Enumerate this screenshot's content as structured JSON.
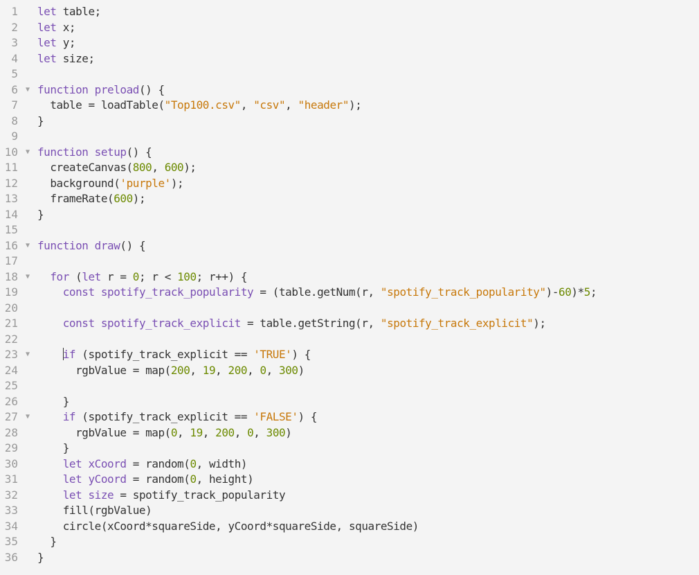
{
  "editor": {
    "colors": {
      "background": "#f4f4f4",
      "keyword": "#7a4fb3",
      "string": "#c7780a",
      "number": "#6c8a00",
      "text": "#333333",
      "gutter": "#999999"
    },
    "fold_icon": "triangle-down-icon",
    "cursor_line": 23,
    "lines": [
      {
        "n": "1",
        "fold": false,
        "tokens": [
          [
            "kw",
            "let"
          ],
          [
            "txt",
            " table;"
          ]
        ]
      },
      {
        "n": "2",
        "fold": false,
        "tokens": [
          [
            "kw",
            "let"
          ],
          [
            "txt",
            " x;"
          ]
        ]
      },
      {
        "n": "3",
        "fold": false,
        "tokens": [
          [
            "kw",
            "let"
          ],
          [
            "txt",
            " y;"
          ]
        ]
      },
      {
        "n": "4",
        "fold": false,
        "tokens": [
          [
            "kw",
            "let"
          ],
          [
            "txt",
            " size;"
          ]
        ]
      },
      {
        "n": "5",
        "fold": false,
        "tokens": []
      },
      {
        "n": "6",
        "fold": true,
        "tokens": [
          [
            "kw",
            "function"
          ],
          [
            "txt",
            " "
          ],
          [
            "def",
            "preload"
          ],
          [
            "txt",
            "() {"
          ]
        ]
      },
      {
        "n": "7",
        "fold": false,
        "tokens": [
          [
            "txt",
            "  table = loadTable("
          ],
          [
            "str",
            "\"Top100.csv\""
          ],
          [
            "txt",
            ", "
          ],
          [
            "str",
            "\"csv\""
          ],
          [
            "txt",
            ", "
          ],
          [
            "str",
            "\"header\""
          ],
          [
            "txt",
            ");"
          ]
        ]
      },
      {
        "n": "8",
        "fold": false,
        "tokens": [
          [
            "txt",
            "}"
          ]
        ]
      },
      {
        "n": "9",
        "fold": false,
        "tokens": []
      },
      {
        "n": "10",
        "fold": true,
        "tokens": [
          [
            "kw",
            "function"
          ],
          [
            "txt",
            " "
          ],
          [
            "def",
            "setup"
          ],
          [
            "txt",
            "() {"
          ]
        ]
      },
      {
        "n": "11",
        "fold": false,
        "tokens": [
          [
            "txt",
            "  createCanvas("
          ],
          [
            "num",
            "800"
          ],
          [
            "txt",
            ", "
          ],
          [
            "num",
            "600"
          ],
          [
            "txt",
            ");"
          ]
        ]
      },
      {
        "n": "12",
        "fold": false,
        "tokens": [
          [
            "txt",
            "  background("
          ],
          [
            "str",
            "'purple'"
          ],
          [
            "txt",
            ");"
          ]
        ]
      },
      {
        "n": "13",
        "fold": false,
        "tokens": [
          [
            "txt",
            "  frameRate("
          ],
          [
            "num",
            "600"
          ],
          [
            "txt",
            ");"
          ]
        ]
      },
      {
        "n": "14",
        "fold": false,
        "tokens": [
          [
            "txt",
            "}"
          ]
        ]
      },
      {
        "n": "15",
        "fold": false,
        "tokens": []
      },
      {
        "n": "16",
        "fold": true,
        "tokens": [
          [
            "kw",
            "function"
          ],
          [
            "txt",
            " "
          ],
          [
            "def",
            "draw"
          ],
          [
            "txt",
            "() {"
          ]
        ]
      },
      {
        "n": "17",
        "fold": false,
        "tokens": []
      },
      {
        "n": "18",
        "fold": true,
        "tokens": [
          [
            "txt",
            "  "
          ],
          [
            "kw",
            "for"
          ],
          [
            "txt",
            " ("
          ],
          [
            "kw",
            "let"
          ],
          [
            "txt",
            " r = "
          ],
          [
            "num",
            "0"
          ],
          [
            "txt",
            "; r < "
          ],
          [
            "num",
            "100"
          ],
          [
            "txt",
            "; r++) {"
          ]
        ]
      },
      {
        "n": "19",
        "fold": false,
        "tokens": [
          [
            "txt",
            "    "
          ],
          [
            "kw",
            "const"
          ],
          [
            "txt",
            " "
          ],
          [
            "def",
            "spotify_track_popularity"
          ],
          [
            "txt",
            " = (table.getNum(r, "
          ],
          [
            "str",
            "\"spotify_track_popularity\""
          ],
          [
            "txt",
            ")-"
          ],
          [
            "num",
            "60"
          ],
          [
            "txt",
            ")*"
          ],
          [
            "num",
            "5"
          ],
          [
            "txt",
            ";"
          ]
        ]
      },
      {
        "n": "20",
        "fold": false,
        "tokens": []
      },
      {
        "n": "21",
        "fold": false,
        "tokens": [
          [
            "txt",
            "    "
          ],
          [
            "kw",
            "const"
          ],
          [
            "txt",
            " "
          ],
          [
            "def",
            "spotify_track_explicit"
          ],
          [
            "txt",
            " = table.getString(r, "
          ],
          [
            "str",
            "\"spotify_track_explicit\""
          ],
          [
            "txt",
            ");"
          ]
        ]
      },
      {
        "n": "22",
        "fold": false,
        "tokens": []
      },
      {
        "n": "23",
        "fold": true,
        "tokens": [
          [
            "txt",
            "    "
          ],
          [
            "kw",
            "if"
          ],
          [
            "txt",
            " (spotify_track_explicit == "
          ],
          [
            "str",
            "'TRUE'"
          ],
          [
            "txt",
            ") {"
          ]
        ]
      },
      {
        "n": "24",
        "fold": false,
        "tokens": [
          [
            "txt",
            "      rgbValue = map("
          ],
          [
            "num",
            "200"
          ],
          [
            "txt",
            ", "
          ],
          [
            "num",
            "19"
          ],
          [
            "txt",
            ", "
          ],
          [
            "num",
            "200"
          ],
          [
            "txt",
            ", "
          ],
          [
            "num",
            "0"
          ],
          [
            "txt",
            ", "
          ],
          [
            "num",
            "300"
          ],
          [
            "txt",
            ")"
          ]
        ]
      },
      {
        "n": "25",
        "fold": false,
        "tokens": []
      },
      {
        "n": "26",
        "fold": false,
        "tokens": [
          [
            "txt",
            "    }"
          ]
        ]
      },
      {
        "n": "27",
        "fold": true,
        "tokens": [
          [
            "txt",
            "    "
          ],
          [
            "kw",
            "if"
          ],
          [
            "txt",
            " (spotify_track_explicit == "
          ],
          [
            "str",
            "'FALSE'"
          ],
          [
            "txt",
            ") {"
          ]
        ]
      },
      {
        "n": "28",
        "fold": false,
        "tokens": [
          [
            "txt",
            "      rgbValue = map("
          ],
          [
            "num",
            "0"
          ],
          [
            "txt",
            ", "
          ],
          [
            "num",
            "19"
          ],
          [
            "txt",
            ", "
          ],
          [
            "num",
            "200"
          ],
          [
            "txt",
            ", "
          ],
          [
            "num",
            "0"
          ],
          [
            "txt",
            ", "
          ],
          [
            "num",
            "300"
          ],
          [
            "txt",
            ")"
          ]
        ]
      },
      {
        "n": "29",
        "fold": false,
        "tokens": [
          [
            "txt",
            "    }"
          ]
        ]
      },
      {
        "n": "30",
        "fold": false,
        "tokens": [
          [
            "txt",
            "    "
          ],
          [
            "kw",
            "let"
          ],
          [
            "txt",
            " "
          ],
          [
            "def",
            "xCoord"
          ],
          [
            "txt",
            " = random("
          ],
          [
            "num",
            "0"
          ],
          [
            "txt",
            ", width)"
          ]
        ]
      },
      {
        "n": "31",
        "fold": false,
        "tokens": [
          [
            "txt",
            "    "
          ],
          [
            "kw",
            "let"
          ],
          [
            "txt",
            " "
          ],
          [
            "def",
            "yCoord"
          ],
          [
            "txt",
            " = random("
          ],
          [
            "num",
            "0"
          ],
          [
            "txt",
            ", height)"
          ]
        ]
      },
      {
        "n": "32",
        "fold": false,
        "tokens": [
          [
            "txt",
            "    "
          ],
          [
            "kw",
            "let"
          ],
          [
            "txt",
            " "
          ],
          [
            "def",
            "size"
          ],
          [
            "txt",
            " = spotify_track_popularity"
          ]
        ]
      },
      {
        "n": "33",
        "fold": false,
        "tokens": [
          [
            "txt",
            "    fill(rgbValue)"
          ]
        ]
      },
      {
        "n": "34",
        "fold": false,
        "tokens": [
          [
            "txt",
            "    circle(xCoord*squareSide, yCoord*squareSide, squareSide)"
          ]
        ]
      },
      {
        "n": "35",
        "fold": false,
        "tokens": [
          [
            "txt",
            "  }"
          ]
        ]
      },
      {
        "n": "36",
        "fold": false,
        "tokens": [
          [
            "txt",
            "}"
          ]
        ]
      }
    ]
  }
}
